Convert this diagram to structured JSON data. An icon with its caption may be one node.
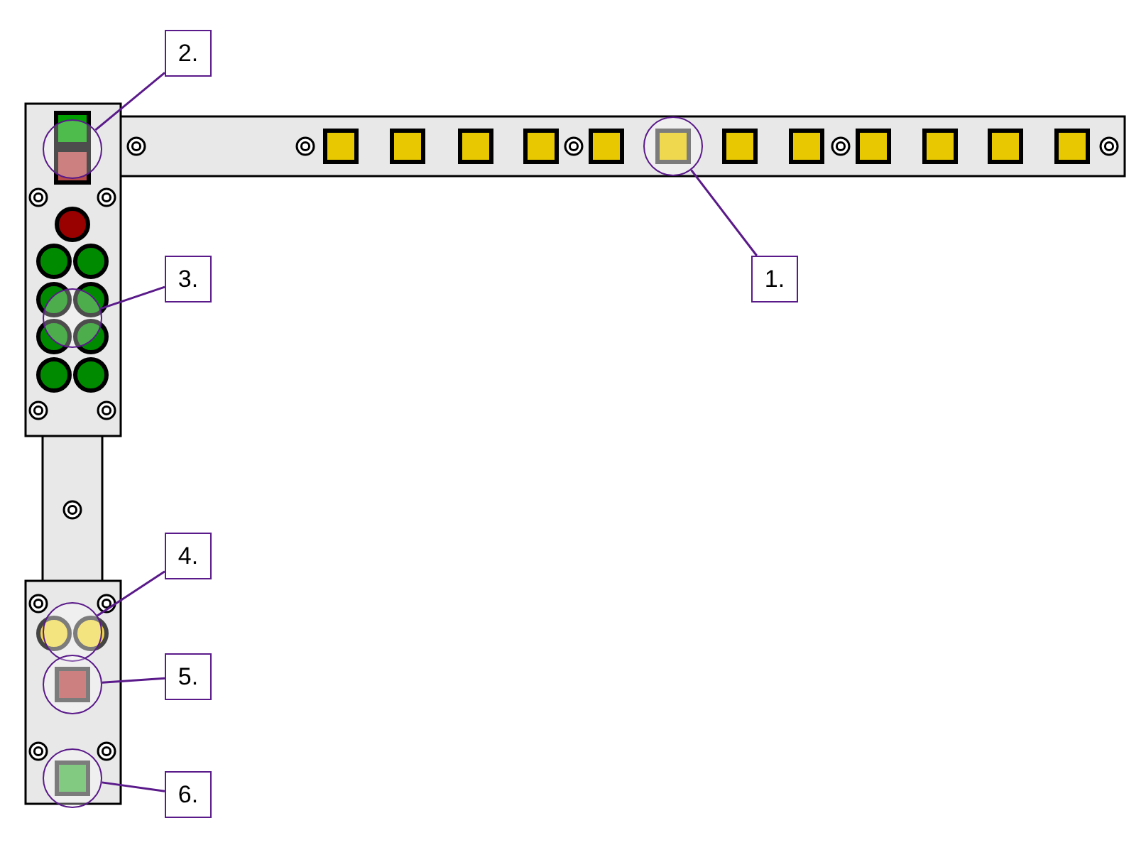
{
  "diagram": {
    "nodes": [
      {
        "text": [
          "1."
        ]
      },
      {
        "text": [
          "2."
        ]
      },
      {
        "text": [
          "3."
        ]
      },
      {
        "text": [
          "4."
        ]
      },
      {
        "text": [
          "5."
        ]
      },
      {
        "text": [
          "6."
        ]
      },
      {
        "text": [],
        "shape": "circle"
      },
      {
        "text": [],
        "shape": "circle"
      },
      {
        "text": [],
        "shape": "circle"
      },
      {
        "text": [],
        "shape": "circle"
      },
      {
        "text": [],
        "shape": "circle"
      },
      {
        "text": [],
        "shape": "circle"
      }
    ],
    "edges": [
      {
        "from": 0,
        "to": 6,
        "arrow": "none"
      },
      {
        "from": 1,
        "to": 7,
        "arrow": "none"
      },
      {
        "from": 2,
        "to": 8,
        "arrow": "none"
      },
      {
        "from": 3,
        "to": 9,
        "arrow": "none"
      },
      {
        "from": 4,
        "to": 10,
        "arrow": "none"
      },
      {
        "from": 5,
        "to": 11,
        "arrow": "none"
      }
    ]
  }
}
